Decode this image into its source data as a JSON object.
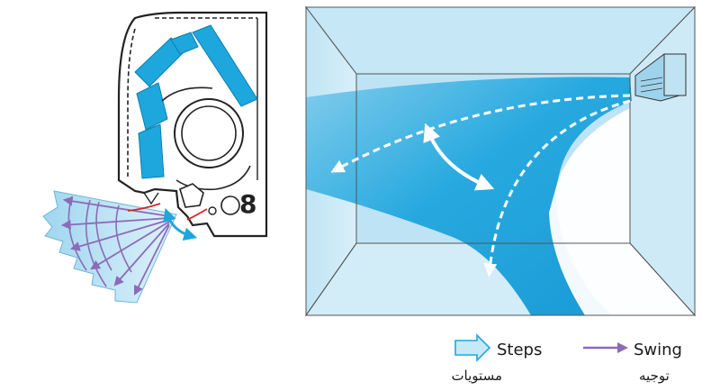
{
  "colors": {
    "duct_blue": "#1ea7dd",
    "air_blue": "#26a9e0",
    "light_blue": "#c7e8f6",
    "room_wall": "#bfe4f4",
    "swing_purple": "#8b6bb8",
    "flap_red": "#d9262b",
    "outline": "#222222"
  },
  "legend": {
    "steps": {
      "label": "Steps",
      "label_fa": "مستویات",
      "icon": "outline-arrow-icon"
    },
    "swing": {
      "label": "Swing",
      "label_fa": "توجیه",
      "icon": "purple-arrow-icon"
    }
  }
}
